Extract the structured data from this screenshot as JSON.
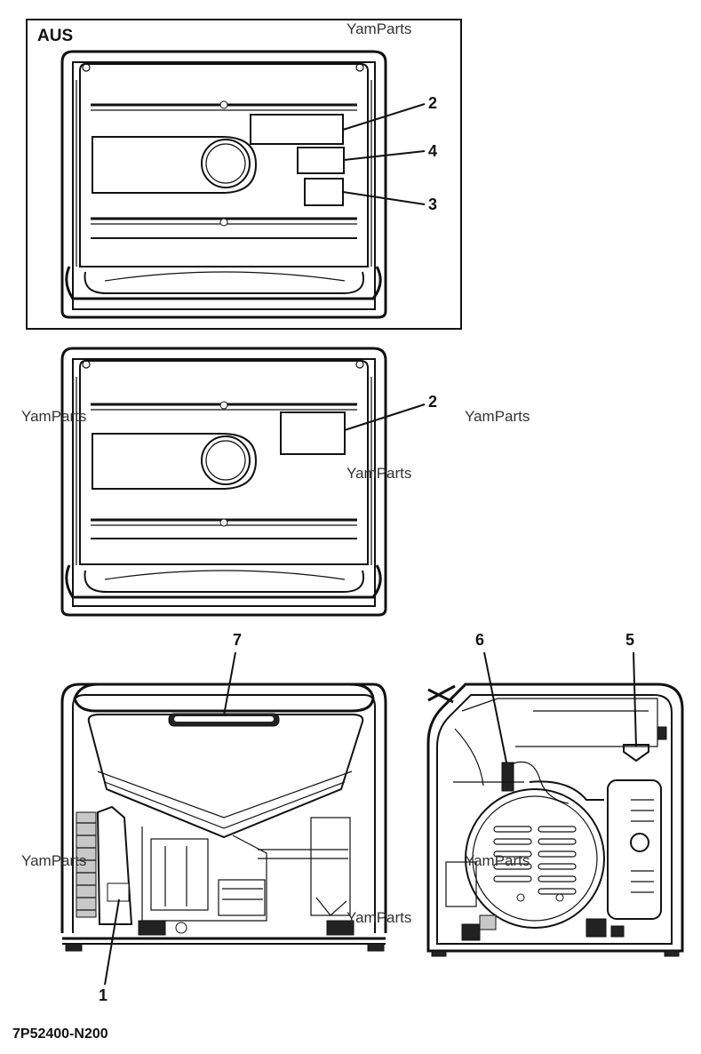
{
  "region_tag": "AUS",
  "callouts": {
    "c1": "1",
    "c2a": "2",
    "c2b": "2",
    "c3": "3",
    "c4": "4",
    "c5": "5",
    "c6": "6",
    "c7": "7"
  },
  "watermarks": [
    "YamParts",
    "YamParts",
    "YamParts",
    "YamParts",
    "YamParts",
    "YamParts",
    "YamParts"
  ],
  "figure_code": "7P52400-N200"
}
